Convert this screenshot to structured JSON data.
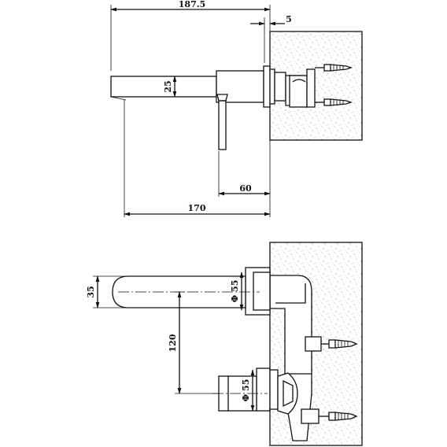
{
  "top_view": {
    "dim_total": "187.5",
    "dim_wall": "5",
    "dim_spout_height": "25",
    "dim_handle_offset": "60",
    "dim_projection": "170"
  },
  "side_view": {
    "dim_spout_height": "35",
    "dim_plate_top": "Φ 55",
    "dim_centers": "120",
    "dim_plate_bottom": "Φ 55"
  }
}
